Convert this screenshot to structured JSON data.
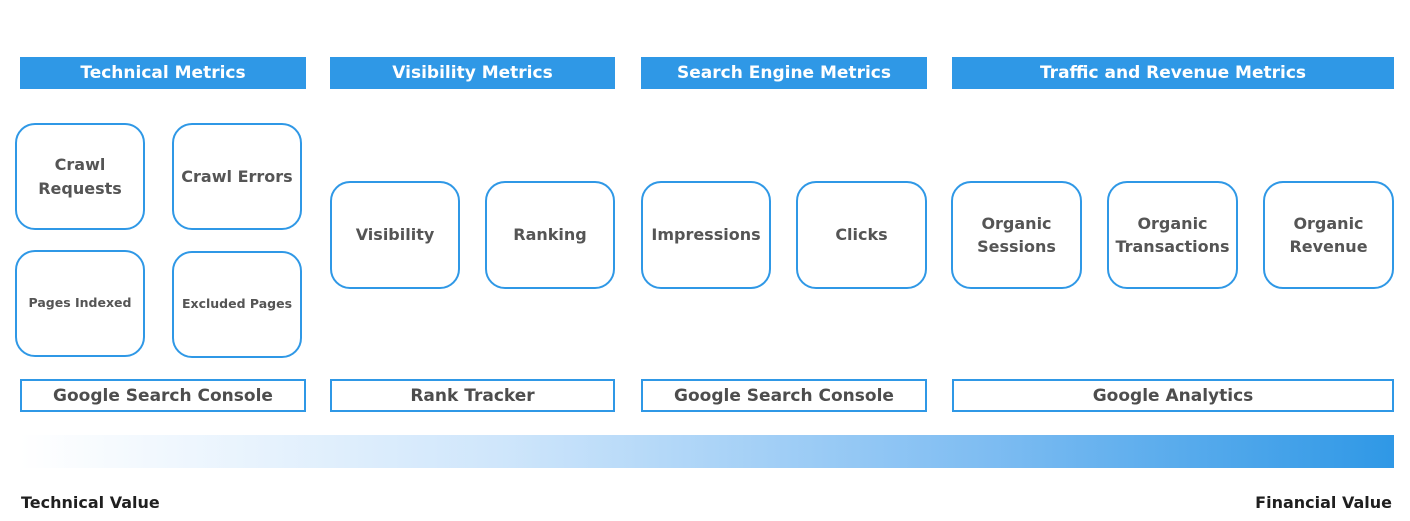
{
  "headers": [
    "Technical Metrics",
    "Visibility Metrics",
    "Search Engine Metrics",
    "Traffic and Revenue Metrics"
  ],
  "boxes": {
    "crawl_requests": "Crawl\nRequests",
    "crawl_errors": "Crawl Errors",
    "pages_indexed": "Pages Indexed",
    "excluded_pages": "Excluded Pages",
    "visibility": "Visibility",
    "ranking": "Ranking",
    "impressions": "Impressions",
    "clicks": "Clicks",
    "organic_sessions": "Organic\nSessions",
    "organic_transactions": "Organic\nTransactions",
    "organic_revenue": "Organic\nRevenue"
  },
  "tools": [
    "Google Search Console",
    "Rank Tracker",
    "Google Search Console",
    "Google Analytics"
  ],
  "scale": {
    "left_label": "Technical Value",
    "right_label": "Financial Value"
  },
  "colors": {
    "accent": "#2f98e6",
    "text": "#4d4d4d"
  }
}
